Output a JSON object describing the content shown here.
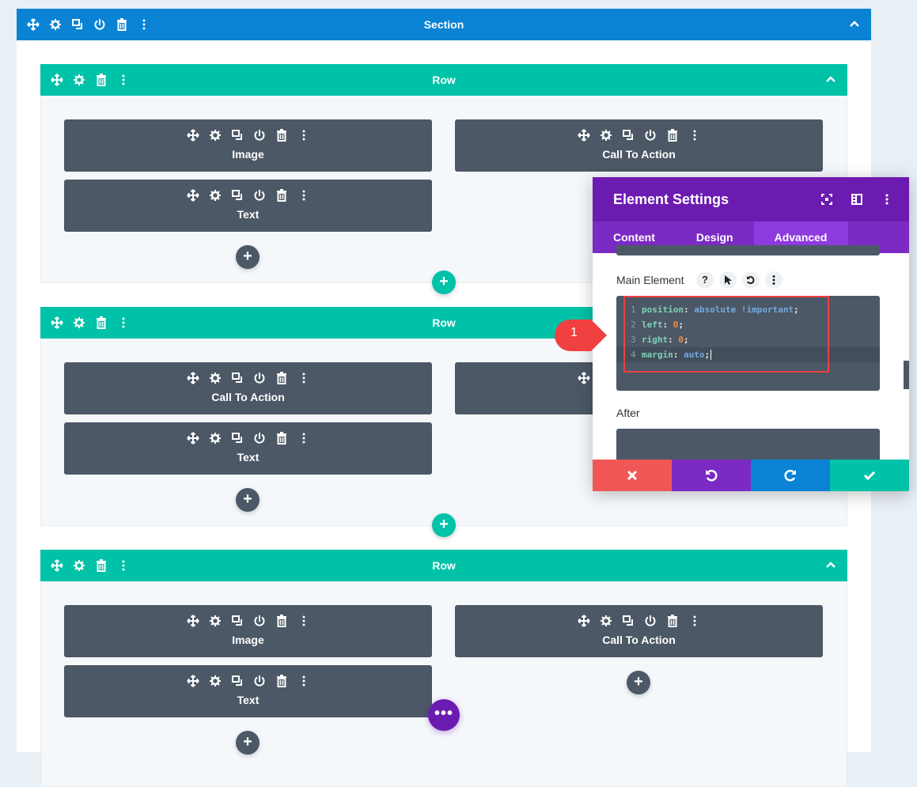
{
  "section": {
    "title": "Section",
    "icons": [
      "move-icon",
      "gear-icon",
      "duplicate-icon",
      "power-icon",
      "trash-icon",
      "more-icon"
    ],
    "color": "#0a83d4"
  },
  "row_color": "#00c2a8",
  "rows": [
    {
      "title": "Row",
      "left": [
        {
          "label": "Image"
        },
        {
          "label": "Text"
        }
      ],
      "right": [
        {
          "label": "Call To Action"
        }
      ]
    },
    {
      "title": "Row",
      "left": [
        {
          "label": "Call To Action"
        },
        {
          "label": "Text"
        }
      ],
      "right": [
        {
          "label": ""
        }
      ]
    },
    {
      "title": "Row",
      "left": [
        {
          "label": "Image"
        },
        {
          "label": "Text"
        }
      ],
      "right": [
        {
          "label": "Call To Action"
        }
      ]
    }
  ],
  "plus_symbol": "+",
  "more_button": "•••",
  "panel": {
    "title": "Element Settings",
    "tabs": [
      {
        "label": "Content"
      },
      {
        "label": "Design"
      },
      {
        "label": "Advanced",
        "active": true
      }
    ],
    "main_element_label": "Main Element",
    "help": "?",
    "after_label": "After",
    "code": [
      {
        "n": "1",
        "prop": "position",
        "value": "absolute !important",
        "type": "keyword"
      },
      {
        "n": "2",
        "prop": "left",
        "value": "0",
        "type": "number"
      },
      {
        "n": "3",
        "prop": "right",
        "value": "0",
        "type": "number"
      },
      {
        "n": "4",
        "prop": "margin",
        "value": "auto",
        "type": "keyword"
      }
    ],
    "footer_colors": {
      "cancel": "#f25757",
      "undo": "#7b2ac4",
      "redo": "#0a83d4",
      "save": "#00c2a8"
    },
    "header_color": "#6c1bb0"
  },
  "callout": {
    "number": "1",
    "color": "#f04040"
  }
}
